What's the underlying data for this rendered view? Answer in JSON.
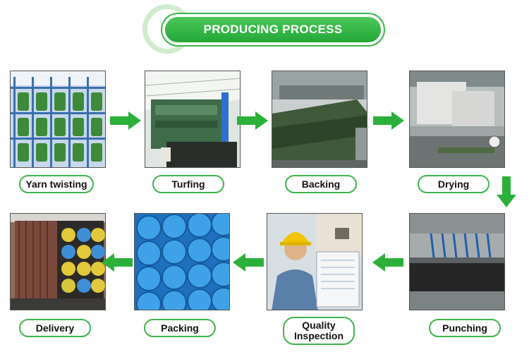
{
  "title": "PRODUCING PROCESS",
  "steps": [
    {
      "label": "Yarn twisting"
    },
    {
      "label": "Turfing"
    },
    {
      "label": "Backing"
    },
    {
      "label": "Drying"
    },
    {
      "label": "Punching"
    },
    {
      "label": "Quality Inspection"
    },
    {
      "label": "Packing"
    },
    {
      "label": "Delivery"
    }
  ],
  "colors": {
    "accent": "#3db54a",
    "arrow": "#2bb03a"
  },
  "icons": [
    "arrow-right-icon",
    "arrow-down-icon",
    "arrow-left-icon"
  ]
}
